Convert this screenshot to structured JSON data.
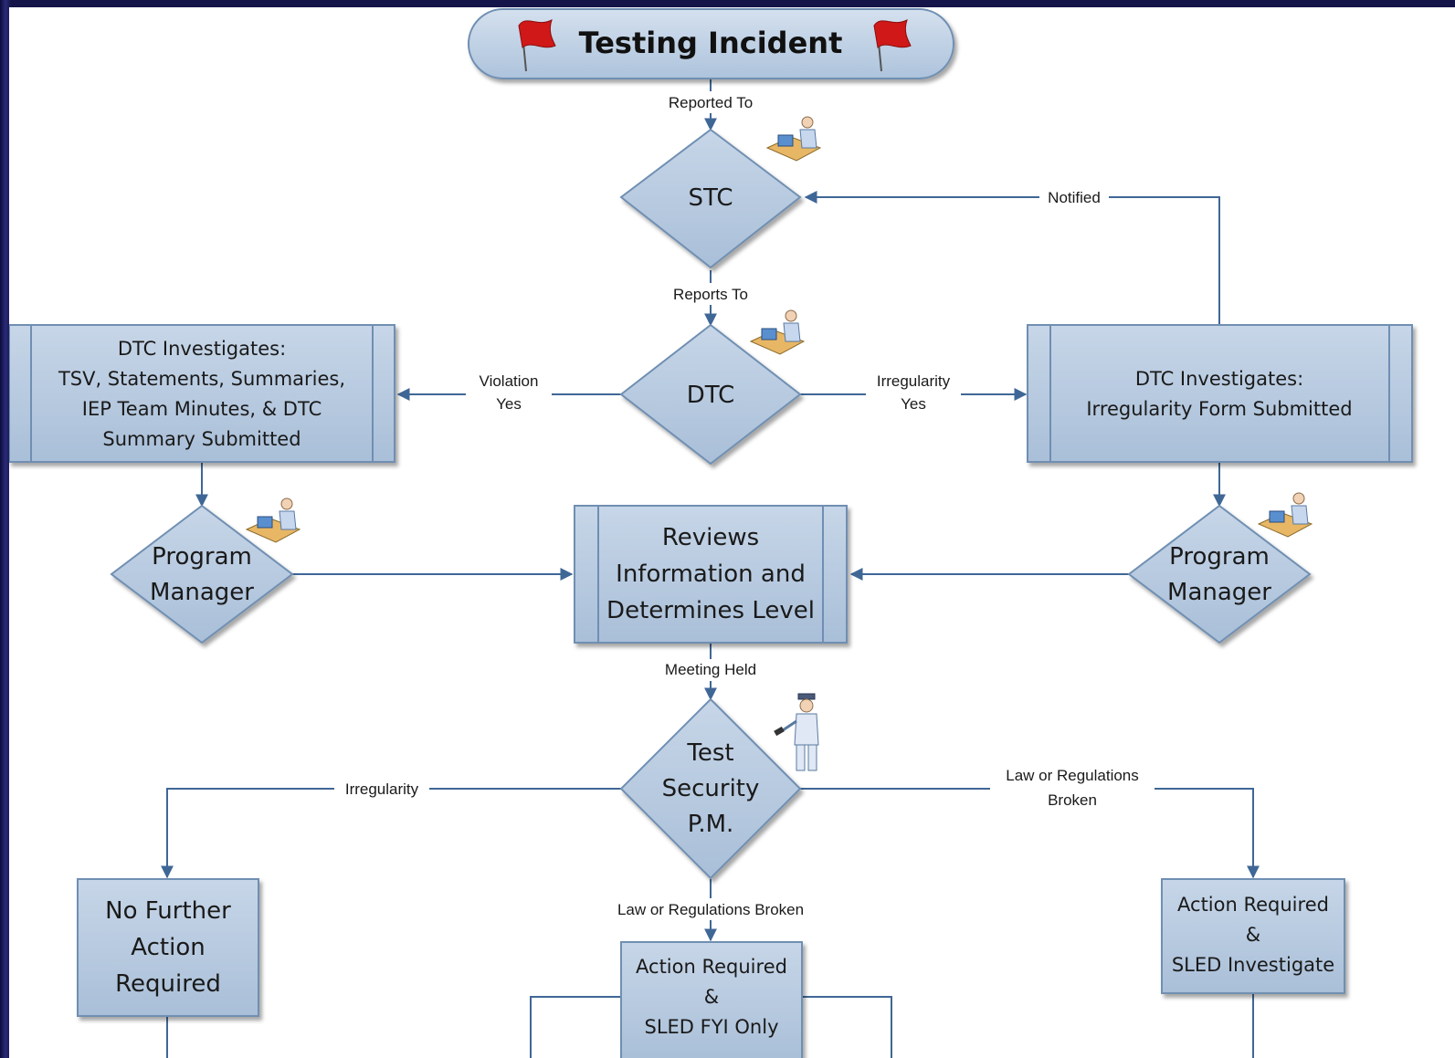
{
  "title": "Testing Incident",
  "colors": {
    "node_fill": "#b8cbe0",
    "node_stroke": "#6f8fb2",
    "connector": "#3f6796",
    "flag": "#d01818",
    "background": "#1a1a55"
  },
  "icons": [
    "flag-icon",
    "person-at-desk-icon",
    "security-guard-icon"
  ],
  "nodes": {
    "stc": "STC",
    "dtc": "DTC",
    "dtc_violation": [
      "DTC Investigates:",
      "TSV, Statements, Summaries,",
      "IEP Team Minutes, & DTC",
      "Summary Submitted"
    ],
    "dtc_irregularity": [
      "DTC Investigates:",
      "Irregularity Form Submitted"
    ],
    "pm_left": [
      "Program",
      "Manager"
    ],
    "pm_right": [
      "Program",
      "Manager"
    ],
    "reviews": [
      "Reviews",
      "Information and",
      "Determines Level"
    ],
    "test_security": [
      "Test",
      "Security",
      "P.M."
    ],
    "no_further": [
      "No Further",
      "Action",
      "Required"
    ],
    "action_fyi": [
      "Action Required",
      "&",
      "SLED FYI Only"
    ],
    "action_investigate": [
      "Action Required",
      "&",
      "SLED Investigate"
    ]
  },
  "edges": {
    "reported_to": "Reported To",
    "reports_to": "Reports To",
    "notified": "Notified",
    "violation_yes": [
      "Violation",
      "Yes"
    ],
    "irregularity_yes": [
      "Irregularity",
      "Yes"
    ],
    "meeting_held": "Meeting Held",
    "irregularity": "Irregularity",
    "law_broken_center": "Law or Regulations Broken",
    "law_broken_right": [
      "Law or Regulations",
      "Broken"
    ]
  }
}
